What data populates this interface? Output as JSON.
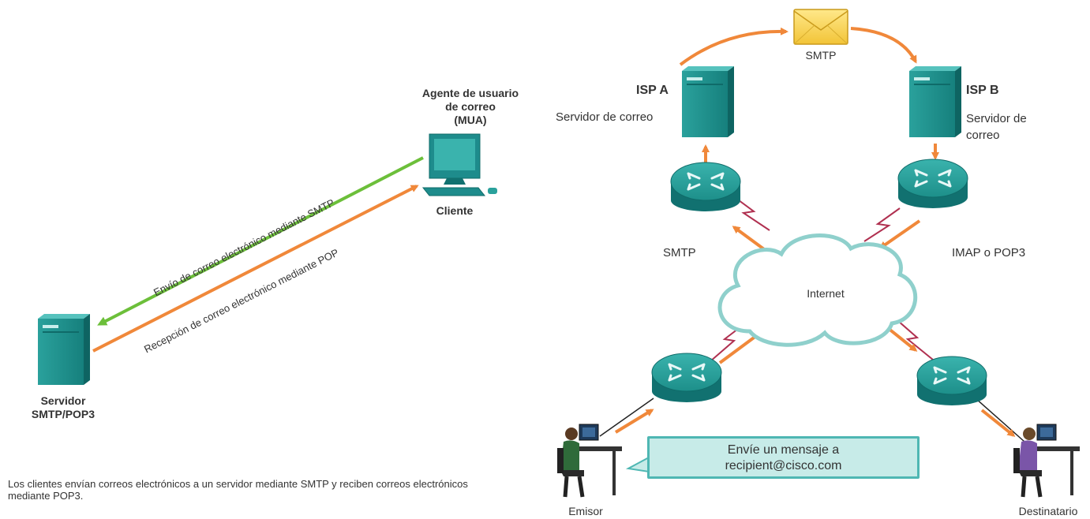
{
  "left": {
    "mua_label_line1": "Agente de usuario",
    "mua_label_line2": "de correo",
    "mua_label_line3": "(MUA)",
    "client_label": "Cliente",
    "server_label_line1": "Servidor",
    "server_label_line2": "SMTP/POP3",
    "send_arrow_text": "Envío de correo electrónico mediante SMTP",
    "receive_arrow_text": "Recepción de correo electrónico mediante POP",
    "caption": "Los clientes envían correos electrónicos a un servidor mediante SMTP y reciben correos electrónicos mediante POP3.",
    "send_color": "#6cbf3a",
    "receive_color": "#f0883a"
  },
  "right": {
    "envelope_label": "SMTP",
    "isp_a_title": "ISP A",
    "isp_a_sub": "Servidor de correo",
    "isp_b_title": "ISP B",
    "isp_b_sub_line1": "Servidor de",
    "isp_b_sub_line2": "correo",
    "smtp_label": "SMTP",
    "imap_label": "IMAP o POP3",
    "internet_label": "Internet",
    "callout_line1": "Envíe un mensaje a",
    "callout_line2": "recipient@cisco.com",
    "sender_label": "Emisor",
    "recipient_label": "Destinatario",
    "device_color": "#1e8c8c",
    "flow_color": "#f0883a",
    "link_color": "#b03050"
  }
}
